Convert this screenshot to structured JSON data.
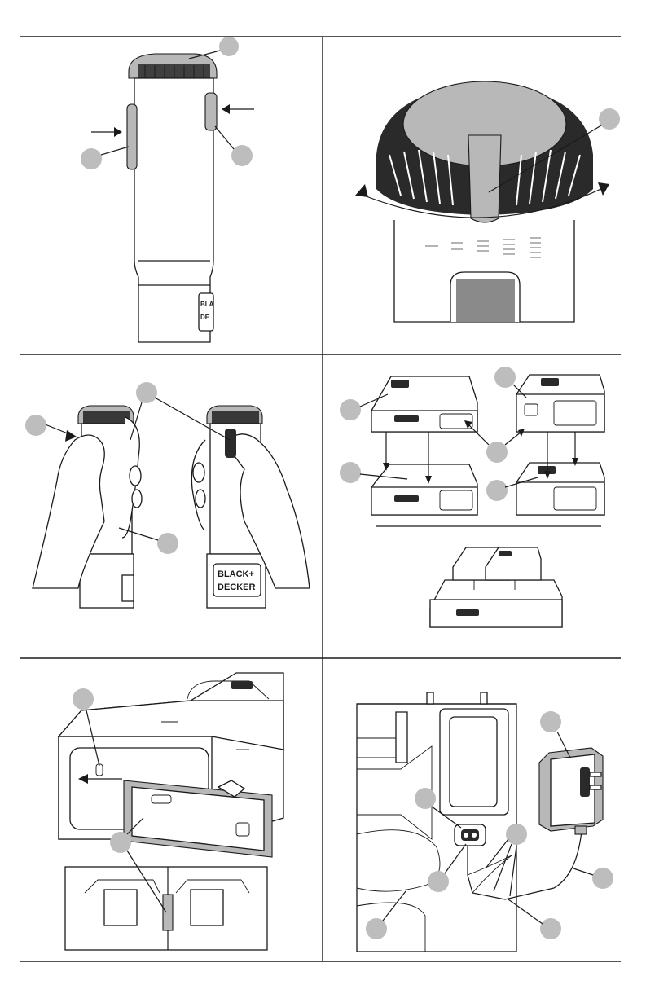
{
  "brand": {
    "line1": "BLACK+",
    "line2": "DECKER",
    "line1_short": "BLA",
    "line2_short": "DE"
  },
  "colors": {
    "ink": "#1a1a1a",
    "callout_fill": "#bdbdbd",
    "part_grey": "#b8b8b8"
  },
  "panels": [
    {
      "id": "panel-1",
      "subject": "handle-side-buttons"
    },
    {
      "id": "panel-2",
      "subject": "rotating-filter-cap"
    },
    {
      "id": "panel-3",
      "subject": "hand-grip-operation"
    },
    {
      "id": "panel-4",
      "subject": "battery-pack-stacking"
    },
    {
      "id": "panel-5",
      "subject": "battery-door-slide"
    },
    {
      "id": "panel-6",
      "subject": "charger-connection"
    }
  ]
}
